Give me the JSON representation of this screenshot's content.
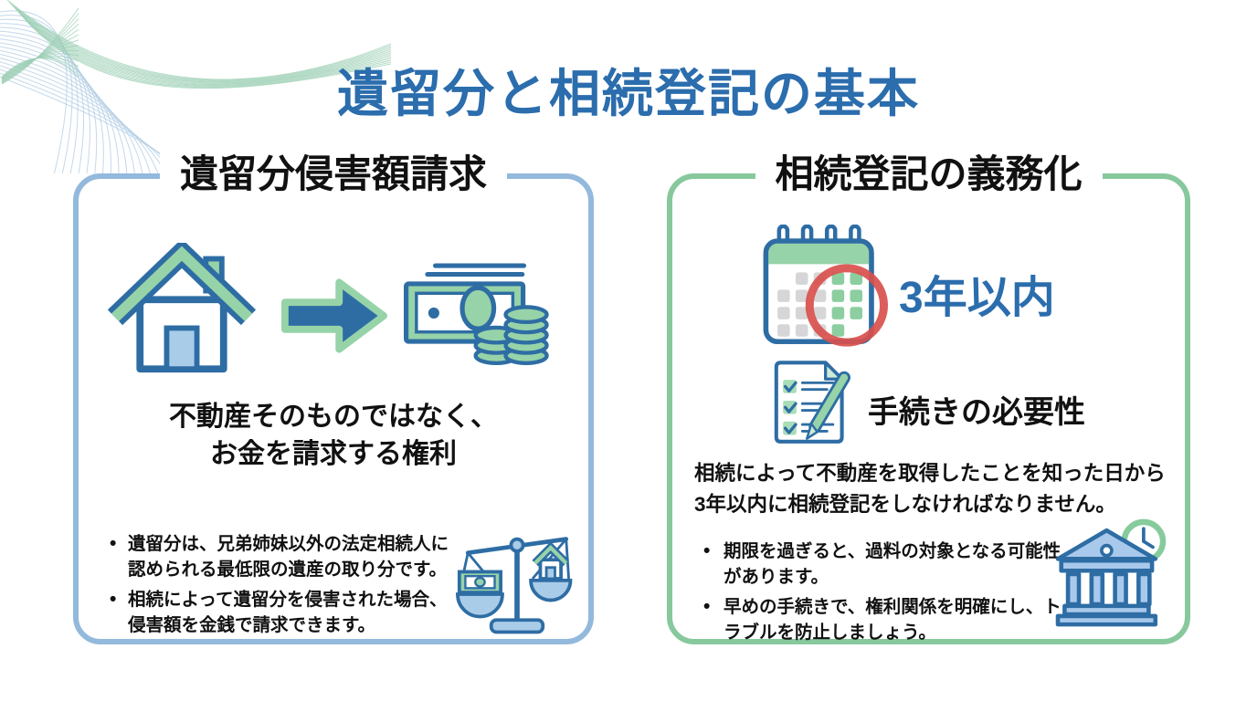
{
  "page": {
    "title": "遺留分と相続登記の基本"
  },
  "left_panel": {
    "title": "遺留分侵害額請求",
    "main_text_line1": "不動産そのものではなく、",
    "main_text_line2": "お金を請求する権利",
    "bullets": [
      "遺留分は、兄弟姉妹以外の法定相続人に認められる最低限の遺産の取り分です。",
      "相続によって遺留分を侵害された場合、侵害額を金銭で請求できます。"
    ],
    "icons": [
      "house-icon",
      "arrow-right-icon",
      "money-icon",
      "balance-scale-icon"
    ]
  },
  "right_panel": {
    "title": "相続登記の義務化",
    "deadline_label": "3年以内",
    "procedure_label": "手続きの必要性",
    "description": "相続によって不動産を取得したことを知った日から3年以内に相続登記をしなければなりません。",
    "bullets": [
      "期限を過ぎると、過料の対象となる可能性があります。",
      "早めの手続きで、権利関係を明確にし、トラブルを防止しましょう。"
    ],
    "icons": [
      "calendar-icon",
      "red-circle-mark",
      "checklist-icon",
      "bank-icon",
      "clock-icon"
    ]
  },
  "colors": {
    "accent_blue": "#2B6DAD",
    "icon_outline_blue": "#2E6DA4",
    "panel_border_blue": "#93B9DC",
    "panel_border_green": "#87C89D",
    "icon_green": "#97D3A8",
    "light_blue_fill": "#A9CCE9",
    "calendar_cell_gray": "#D6D6D8",
    "calendar_cell_green": "#8CCEA0",
    "red_circle": "#D9504D",
    "text_black": "#111111"
  }
}
